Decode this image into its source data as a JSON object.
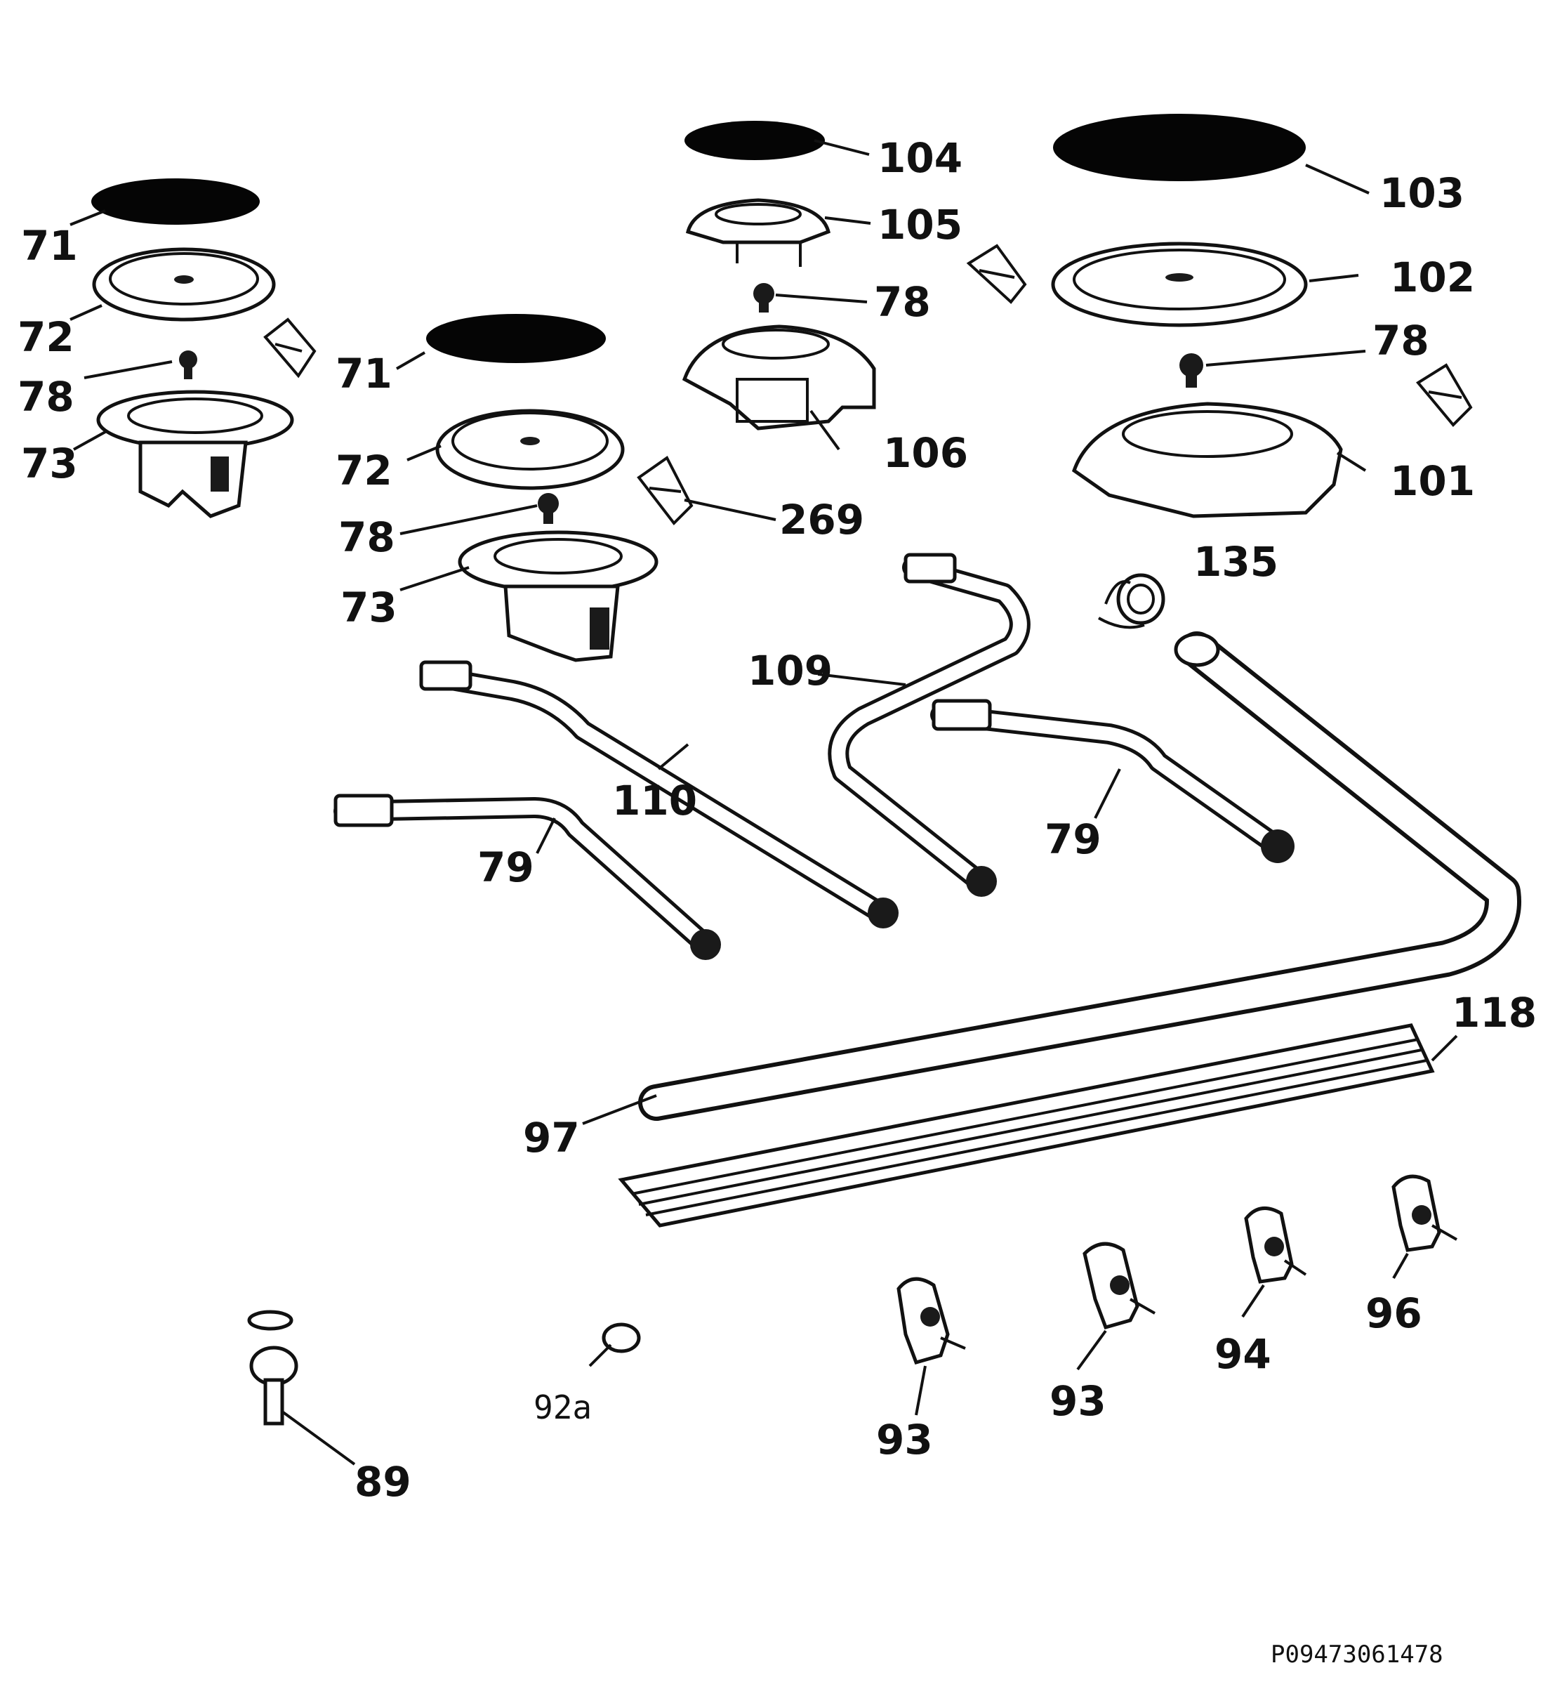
{
  "diagram": {
    "labels": {
      "p71a": "71",
      "p72a": "72",
      "p78a": "78",
      "p73a": "73",
      "p71b": "71",
      "p72b": "72",
      "p78b": "78",
      "p73b": "73",
      "p104": "104",
      "p105": "105",
      "p78c": "78",
      "p106": "106",
      "p103": "103",
      "p102": "102",
      "p78d": "78",
      "p101": "101",
      "p269": "269",
      "p135": "135",
      "p109": "109",
      "p110": "110",
      "p79a": "79",
      "p79b": "79",
      "p97": "97",
      "p118": "118",
      "p89": "89",
      "p92a": "92a",
      "p93a": "93",
      "p93b": "93",
      "p94": "94",
      "p96": "96"
    },
    "reference_code": "P09473061478"
  }
}
